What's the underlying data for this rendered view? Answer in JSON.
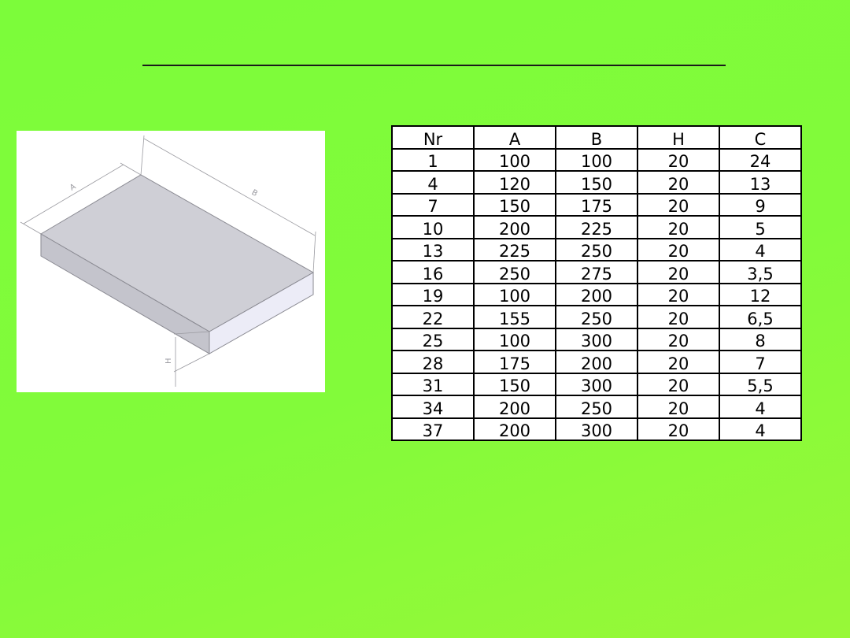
{
  "drawing": {
    "dim_a": "A",
    "dim_b": "B",
    "dim_h": "H"
  },
  "table": {
    "headers": [
      "Nr",
      "A",
      "B",
      "H",
      "C"
    ],
    "rows": [
      [
        "1",
        "100",
        "100",
        "20",
        "24"
      ],
      [
        "4",
        "120",
        "150",
        "20",
        "13"
      ],
      [
        "7",
        "150",
        "175",
        "20",
        "9"
      ],
      [
        "10",
        "200",
        "225",
        "20",
        "5"
      ],
      [
        "13",
        "225",
        "250",
        "20",
        "4"
      ],
      [
        "16",
        "250",
        "275",
        "20",
        "3,5"
      ],
      [
        "19",
        "100",
        "200",
        "20",
        "12"
      ],
      [
        "22",
        "155",
        "250",
        "20",
        "6,5"
      ],
      [
        "25",
        "100",
        "300",
        "20",
        "8"
      ],
      [
        "28",
        "175",
        "200",
        "20",
        "7"
      ],
      [
        "31",
        "150",
        "300",
        "20",
        "5,5"
      ],
      [
        "34",
        "200",
        "250",
        "20",
        "4"
      ],
      [
        "37",
        "200",
        "300",
        "20",
        "4"
      ]
    ]
  }
}
